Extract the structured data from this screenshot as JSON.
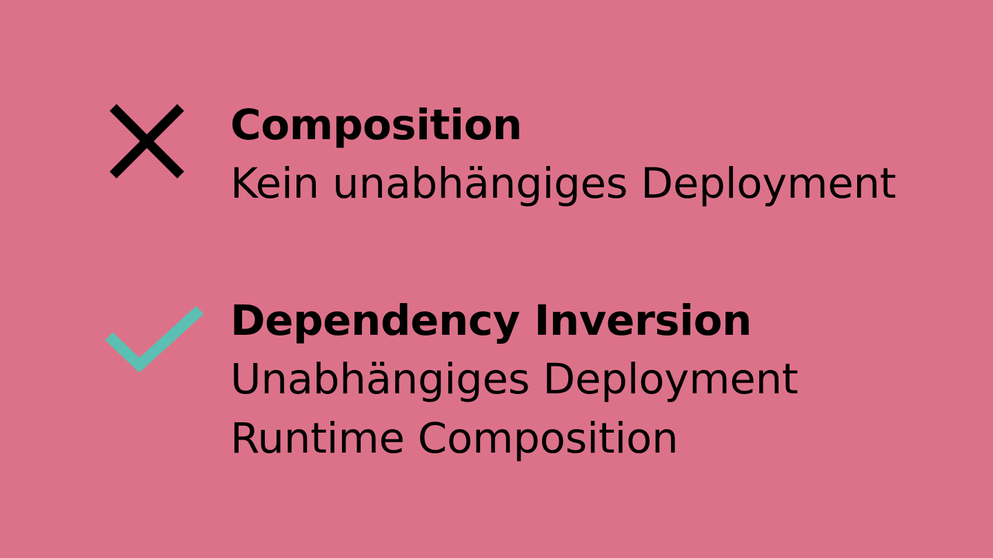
{
  "colors": {
    "background": "#dc7289",
    "cross": "#000000",
    "check": "#5bbfb3",
    "text": "#000000"
  },
  "items": [
    {
      "icon": "cross-icon",
      "title": "Composition",
      "lines": [
        "Kein unabhängiges Deployment"
      ]
    },
    {
      "icon": "check-icon",
      "title": "Dependency Inversion",
      "lines": [
        "Unabhängiges Deployment",
        "Runtime Composition"
      ]
    }
  ]
}
